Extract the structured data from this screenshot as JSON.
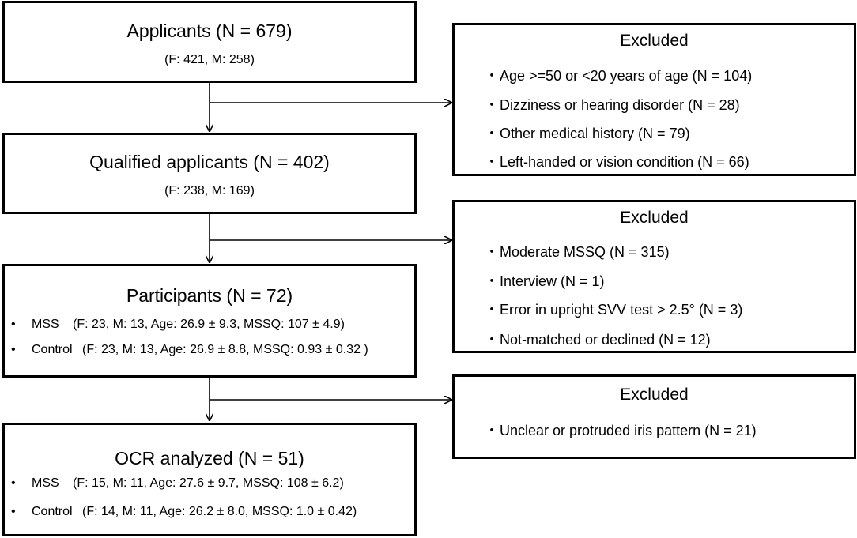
{
  "nodes": {
    "applicants": {
      "title": "Applicants (N = 679)",
      "sub": "(F: 421, M: 258)"
    },
    "qualified": {
      "title": "Qualified applicants (N = 402)",
      "sub": "(F: 238, M: 169)"
    },
    "participants": {
      "title": "Participants (N = 72)",
      "rows": [
        {
          "bullet": "•",
          "group": "MSS",
          "detail": "(F: 23, M: 13, Age: 26.9 ± 9.3, MSSQ: 107 ± 4.9)"
        },
        {
          "bullet": "•",
          "group": "Control",
          "detail": "(F: 23, M: 13, Age: 26.9 ± 8.8, MSSQ: 0.93 ± 0.32 )"
        }
      ]
    },
    "ocr": {
      "title": "OCR analyzed (N = 51)",
      "rows": [
        {
          "bullet": "•",
          "group": "MSS",
          "detail": "(F: 15, M: 11, Age: 27.6 ± 9.7, MSSQ: 108 ± 6.2)"
        },
        {
          "bullet": "•",
          "group": "Control",
          "detail": "(F: 14, M: 11, Age: 26.2 ± 8.0, MSSQ: 1.0 ± 0.42)"
        }
      ]
    }
  },
  "excluded": [
    {
      "title": "Excluded",
      "items": [
        {
          "dot": "・",
          "text": "Age >=50 or <20 years of age (N = 104)"
        },
        {
          "dot": "・",
          "text": "Dizziness or hearing disorder (N = 28)"
        },
        {
          "dot": "・",
          "text": "Other medical history (N = 79)"
        },
        {
          "dot": "・",
          "text": "Left-handed or vision condition (N = 66)"
        }
      ]
    },
    {
      "title": "Excluded",
      "items": [
        {
          "dot": "・",
          "text": "Moderate MSSQ (N = 315)"
        },
        {
          "dot": "・",
          "text": "Interview (N = 1)"
        },
        {
          "dot": "・",
          "text": "Error in upright SVV test > 2.5°  (N = 3)"
        },
        {
          "dot": "・",
          "text": "Not-matched or declined (N = 12)"
        }
      ]
    },
    {
      "title": "Excluded",
      "items": [
        {
          "dot": "・",
          "text": "Unclear or protruded iris pattern (N = 21)"
        }
      ]
    }
  ]
}
